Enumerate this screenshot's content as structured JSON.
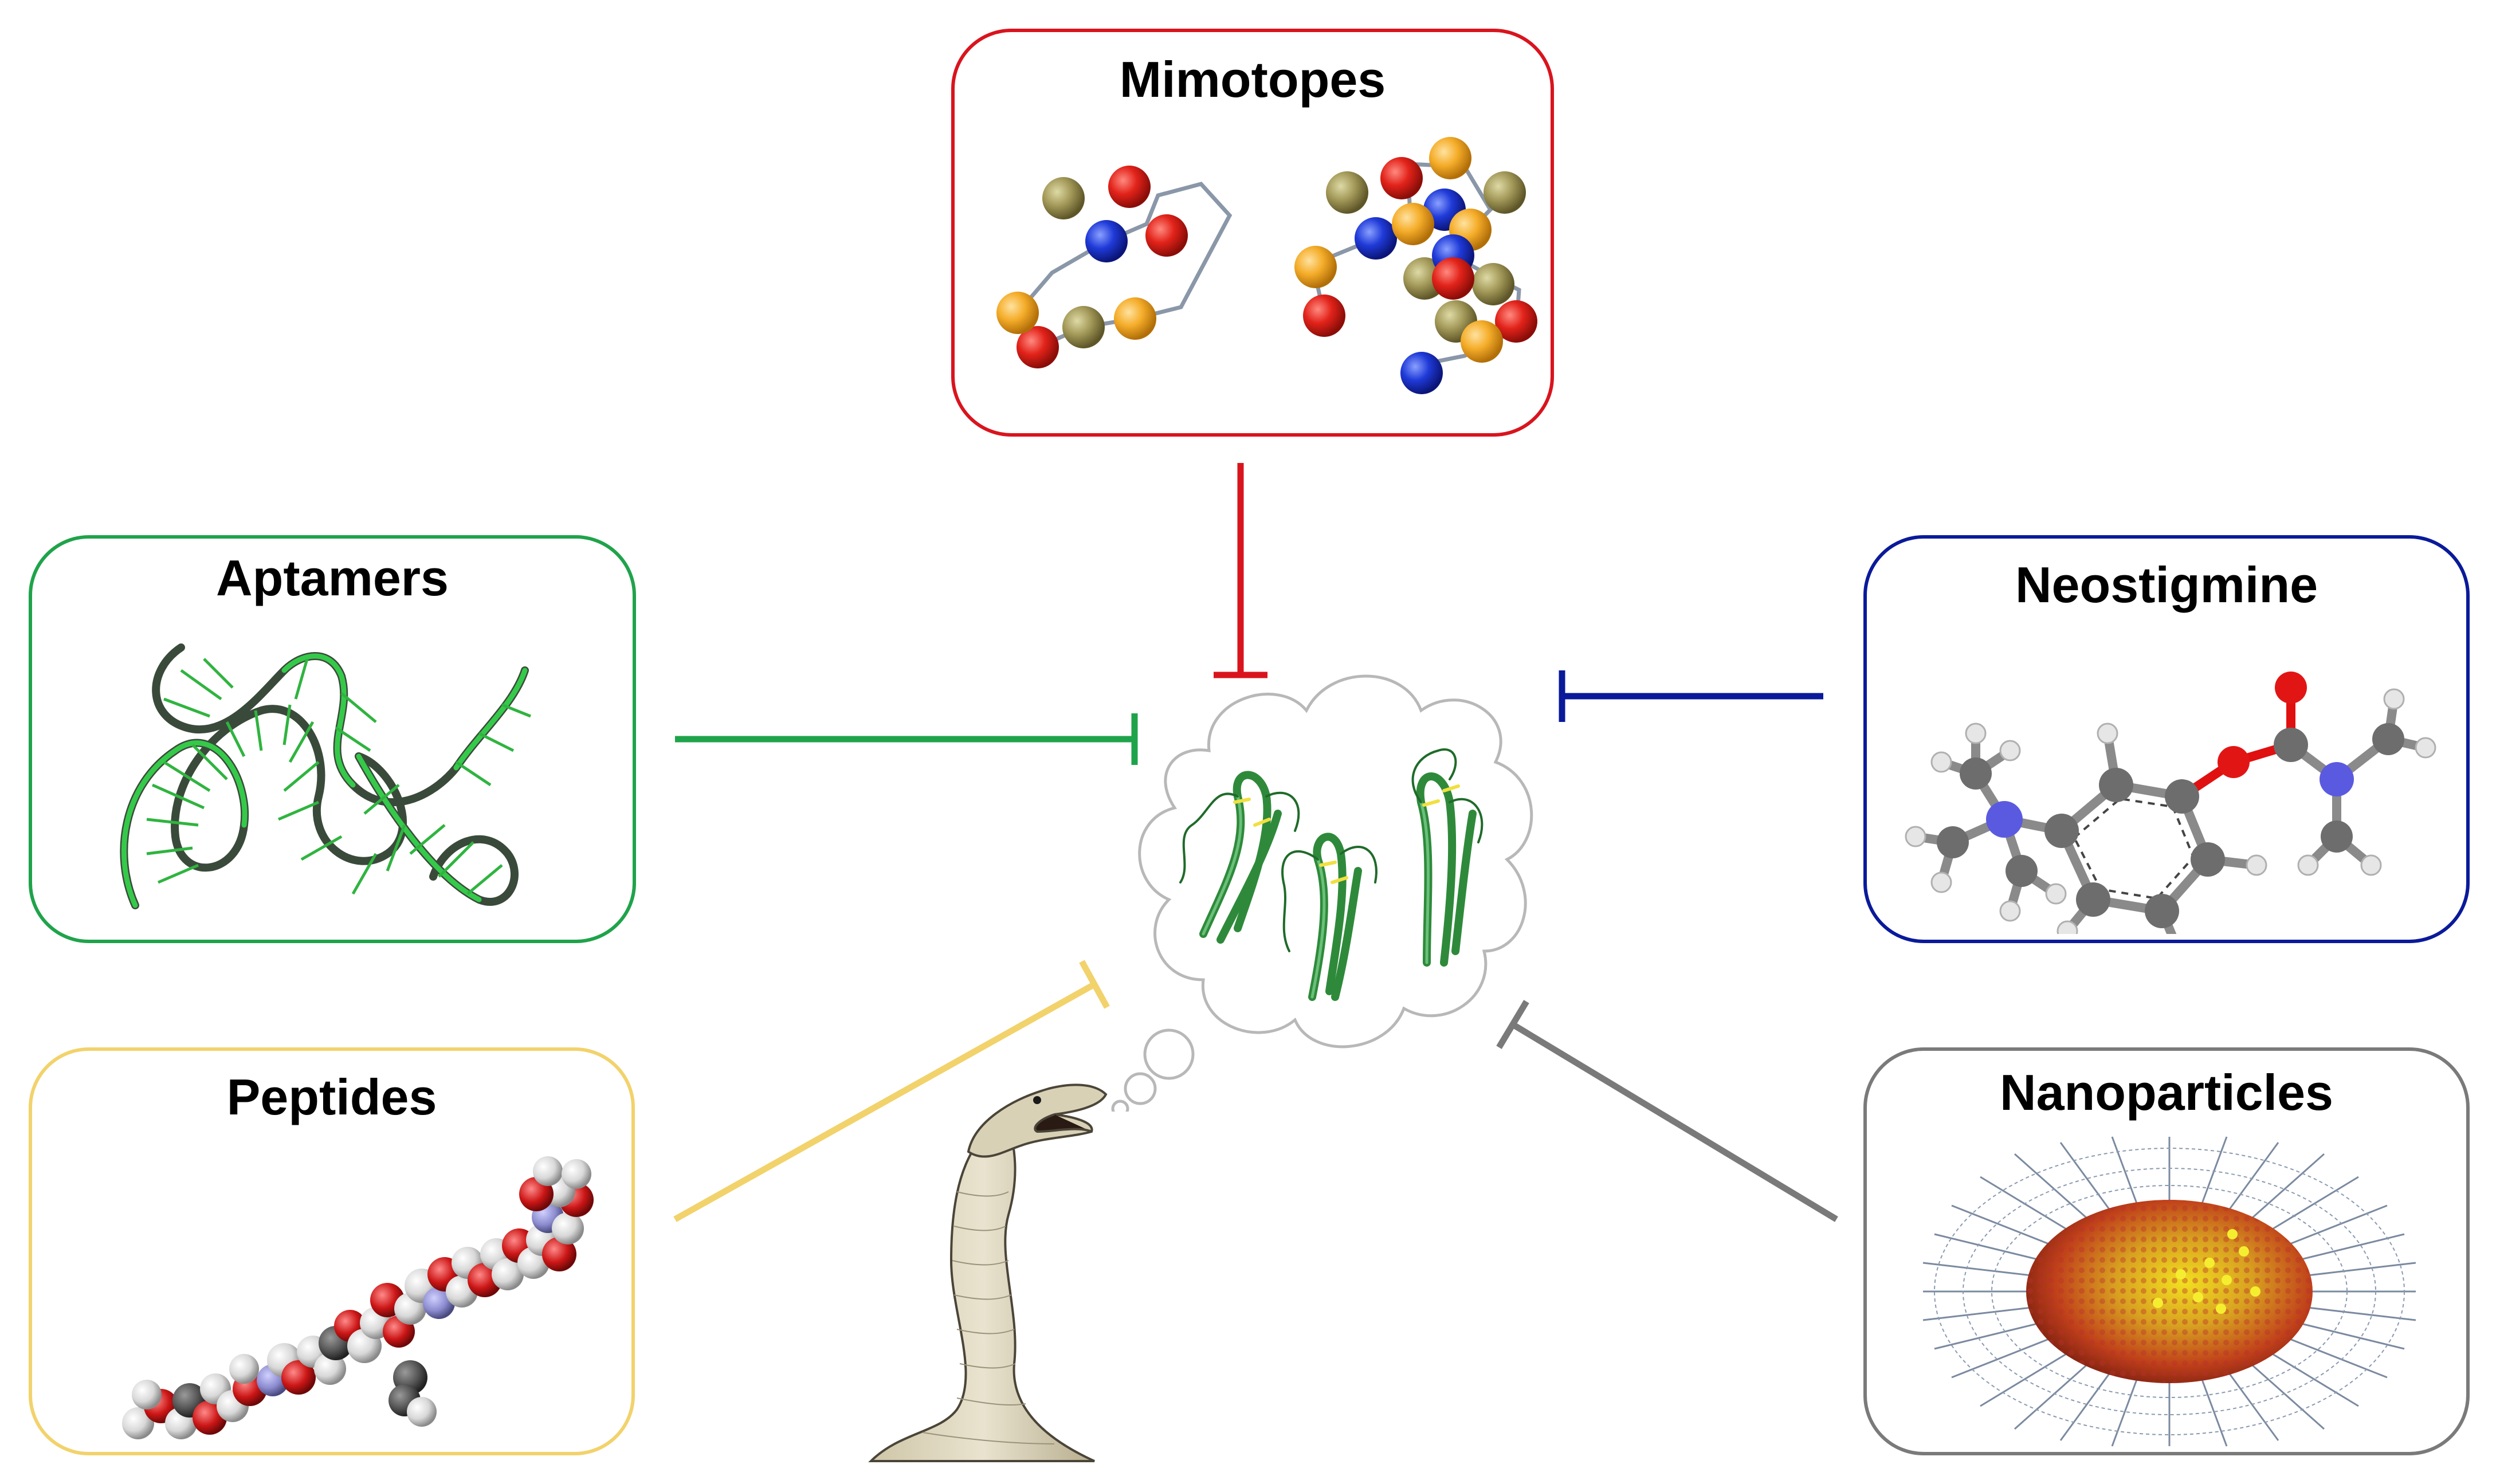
{
  "colors": {
    "mimotopes": "#d9141d",
    "aptamers": "#1fa34a",
    "neostigmine": "#0a1a9a",
    "peptides": "#f2d26b",
    "nanoparticles": "#7a7a7a"
  },
  "boxes": {
    "mimotopes": {
      "title": "Mimotopes",
      "image": "amino-acid-bead-chains"
    },
    "aptamers": {
      "title": "Aptamers",
      "image": "rna-ribbon-structure"
    },
    "neostigmine": {
      "title": "Neostigmine",
      "image": "ball-and-stick-molecule"
    },
    "peptides": {
      "title": "Peptides",
      "image": "space-filling-peptide"
    },
    "nanoparticles": {
      "title": "Nanoparticles",
      "image": "ligand-coated-nanoparticle"
    }
  },
  "center": {
    "image": "three-finger-toxins-in-thought-cloud",
    "source": "snake-head"
  }
}
